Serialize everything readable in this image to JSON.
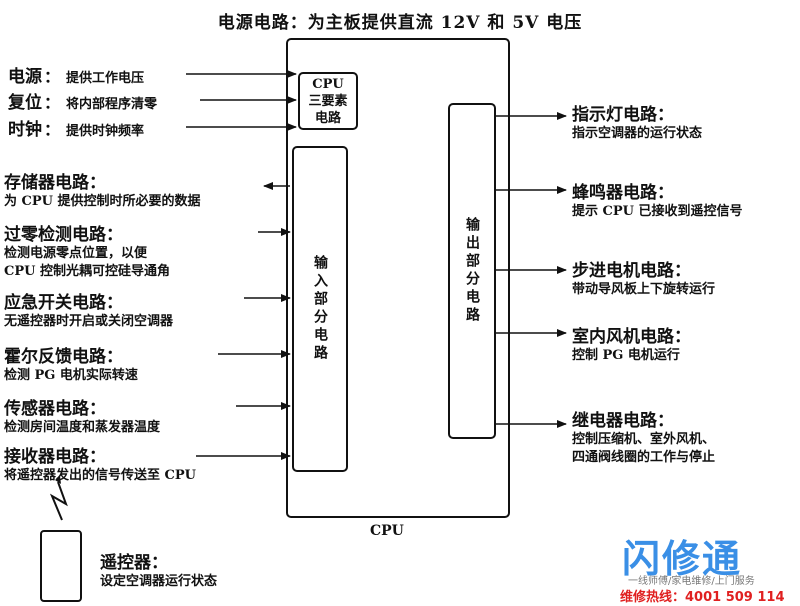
{
  "title": "电源电路：为主板提供直流 12V 和 5V 电压",
  "cpu_label": "CPU",
  "core_box": {
    "lines": [
      "CPU",
      "三要素",
      "电路"
    ]
  },
  "input_part": "输入部分电路",
  "output_part": "输出部分电路",
  "core_inputs": [
    {
      "name": "电源",
      "desc": "提供工作电压"
    },
    {
      "name": "复位",
      "desc": "将内部程序清零"
    },
    {
      "name": "时钟",
      "desc": "提供时钟频率"
    }
  ],
  "left_circuits": [
    {
      "name": "存储器电路：",
      "desc": [
        "为 CPU 提供控制时所必要的数据"
      ]
    },
    {
      "name": "过零检测电路：",
      "desc": [
        "检测电源零点位置，以便",
        "CPU 控制光耦可控硅导通角"
      ]
    },
    {
      "name": "应急开关电路：",
      "desc": [
        "无遥控器时开启或关闭空调器"
      ]
    },
    {
      "name": "霍尔反馈电路：",
      "desc": [
        "检测 PG 电机实际转速"
      ]
    },
    {
      "name": "传感器电路：",
      "desc": [
        "检测房间温度和蒸发器温度"
      ]
    },
    {
      "name": "接收器电路：",
      "desc": [
        "将遥控器发出的信号传送至 CPU"
      ]
    }
  ],
  "right_circuits": [
    {
      "name": "指示灯电路：",
      "desc": [
        "指示空调器的运行状态"
      ]
    },
    {
      "name": "蜂鸣器电路：",
      "desc": [
        "提示 CPU 已接收到遥控信号"
      ]
    },
    {
      "name": "步进电机电路：",
      "desc": [
        "带动导风板上下旋转运行"
      ]
    },
    {
      "name": "室内风机电路：",
      "desc": [
        "控制 PG 电机运行"
      ]
    },
    {
      "name": "继电器电路：",
      "desc": [
        "控制压缩机、室外风机、",
        "四通阀线圈的工作与停止"
      ]
    }
  ],
  "remote": {
    "name": "遥控器：",
    "desc": "设定空调器运行状态"
  },
  "watermark": {
    "brand": "闪修通",
    "slogan": "一线师傅/家电维修/上门服务",
    "hotline": "维修热线：4001 509 114"
  },
  "colors": {
    "ink": "#111111",
    "brand": "#3a8fe6",
    "hotline": "#e02020"
  }
}
